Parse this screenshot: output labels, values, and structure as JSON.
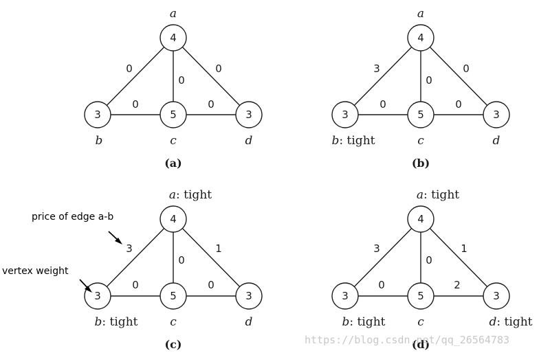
{
  "panels": [
    {
      "caption": "(a)",
      "vertices": {
        "a": {
          "name": "a",
          "status": "",
          "weight": "4"
        },
        "b": {
          "name": "b",
          "status": "",
          "weight": "3"
        },
        "c": {
          "name": "c",
          "status": "",
          "weight": "5"
        },
        "d": {
          "name": "d",
          "status": "",
          "weight": "3"
        }
      },
      "edges": {
        "ab": "0",
        "ac": "0",
        "ad": "0",
        "bc": "0",
        "cd": "0"
      }
    },
    {
      "caption": "(b)",
      "vertices": {
        "a": {
          "name": "a",
          "status": "",
          "weight": "4"
        },
        "b": {
          "name": "b",
          "status": ": tight",
          "weight": "3"
        },
        "c": {
          "name": "c",
          "status": "",
          "weight": "5"
        },
        "d": {
          "name": "d",
          "status": "",
          "weight": "3"
        }
      },
      "edges": {
        "ab": "3",
        "ac": "0",
        "ad": "0",
        "bc": "0",
        "cd": "0"
      }
    },
    {
      "caption": "(c)",
      "vertices": {
        "a": {
          "name": "a",
          "status": ": tight",
          "weight": "4"
        },
        "b": {
          "name": "b",
          "status": ": tight",
          "weight": "3"
        },
        "c": {
          "name": "c",
          "status": "",
          "weight": "5"
        },
        "d": {
          "name": "d",
          "status": "",
          "weight": "3"
        }
      },
      "edges": {
        "ab": "3",
        "ac": "0",
        "ad": "1",
        "bc": "0",
        "cd": "0"
      }
    },
    {
      "caption": "(d)",
      "vertices": {
        "a": {
          "name": "a",
          "status": ": tight",
          "weight": "4"
        },
        "b": {
          "name": "b",
          "status": ": tight",
          "weight": "3"
        },
        "c": {
          "name": "c",
          "status": "",
          "weight": "5"
        },
        "d": {
          "name": "d",
          "status": ": tight",
          "weight": "3"
        }
      },
      "edges": {
        "ab": "3",
        "ac": "0",
        "ad": "1",
        "bc": "0",
        "cd": "2"
      }
    }
  ],
  "annotations": {
    "edge_price": "price of edge a-b",
    "vertex_weight": "vertex weight"
  },
  "watermark": "https://blog.csdn.net/qq_26564783"
}
